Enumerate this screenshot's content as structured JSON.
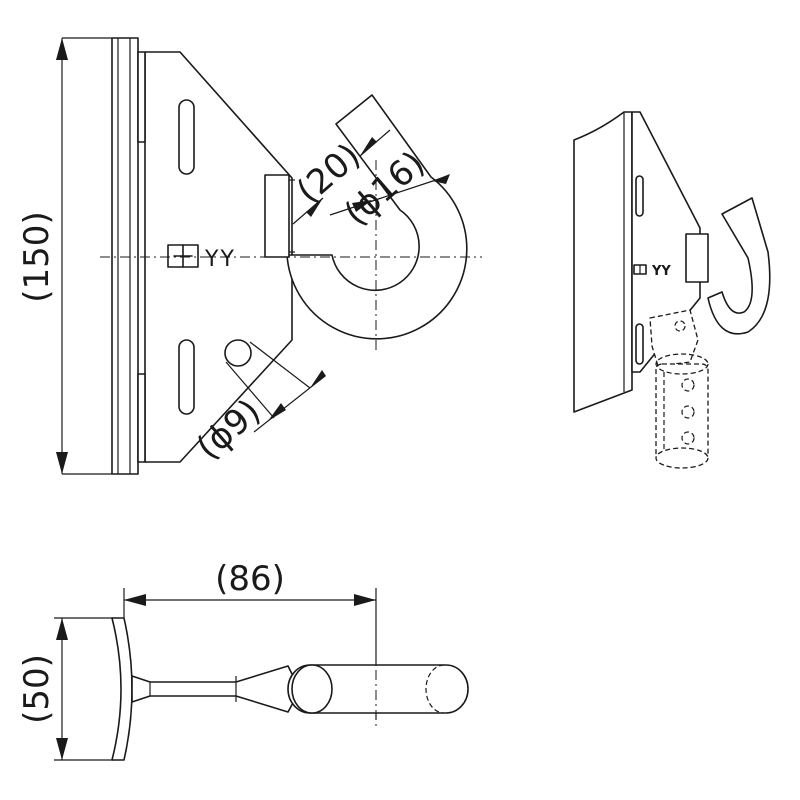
{
  "dimensions": {
    "height_total": "(150)",
    "width_slot": "(20)",
    "hook_diameter": "(ϕ16)",
    "hole_diameter": "(ϕ9)",
    "depth": "(86)",
    "plate_width": "(50)"
  },
  "brand_mark": {
    "text": "YY",
    "logo_icon": "double-e-logo-icon"
  },
  "views": [
    "front-view",
    "perspective-view",
    "top-view"
  ]
}
